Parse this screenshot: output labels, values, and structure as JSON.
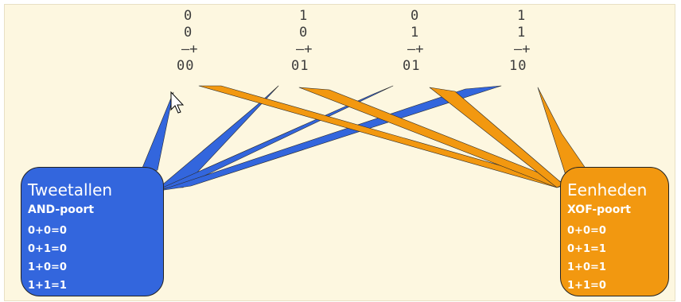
{
  "columns": [
    {
      "a": "0",
      "b": "0",
      "op": "—+",
      "sum": "00"
    },
    {
      "a": "1",
      "b": "0",
      "op": "—+",
      "sum": "01"
    },
    {
      "a": "0",
      "b": "1",
      "op": "—+",
      "sum": "01"
    },
    {
      "a": "1",
      "b": "1",
      "op": "—+",
      "sum": "10"
    }
  ],
  "and_box": {
    "title": "Tweetallen",
    "gate": "AND-poort",
    "rules": [
      "0+0=0",
      "0+1=0",
      "1+0=0",
      "1+1=1"
    ]
  },
  "xor_box": {
    "title": "Eenheden",
    "gate": "XOF-poort",
    "rules": [
      "0+0=0",
      "0+1=1",
      "1+0=1",
      "1+1=0"
    ]
  },
  "colors": {
    "background": "#fdf7e0",
    "and_blue": "#3366dd",
    "xor_orange": "#f29810",
    "text": "#3c3c3c"
  },
  "icons": [
    "mouse-cursor-icon"
  ]
}
